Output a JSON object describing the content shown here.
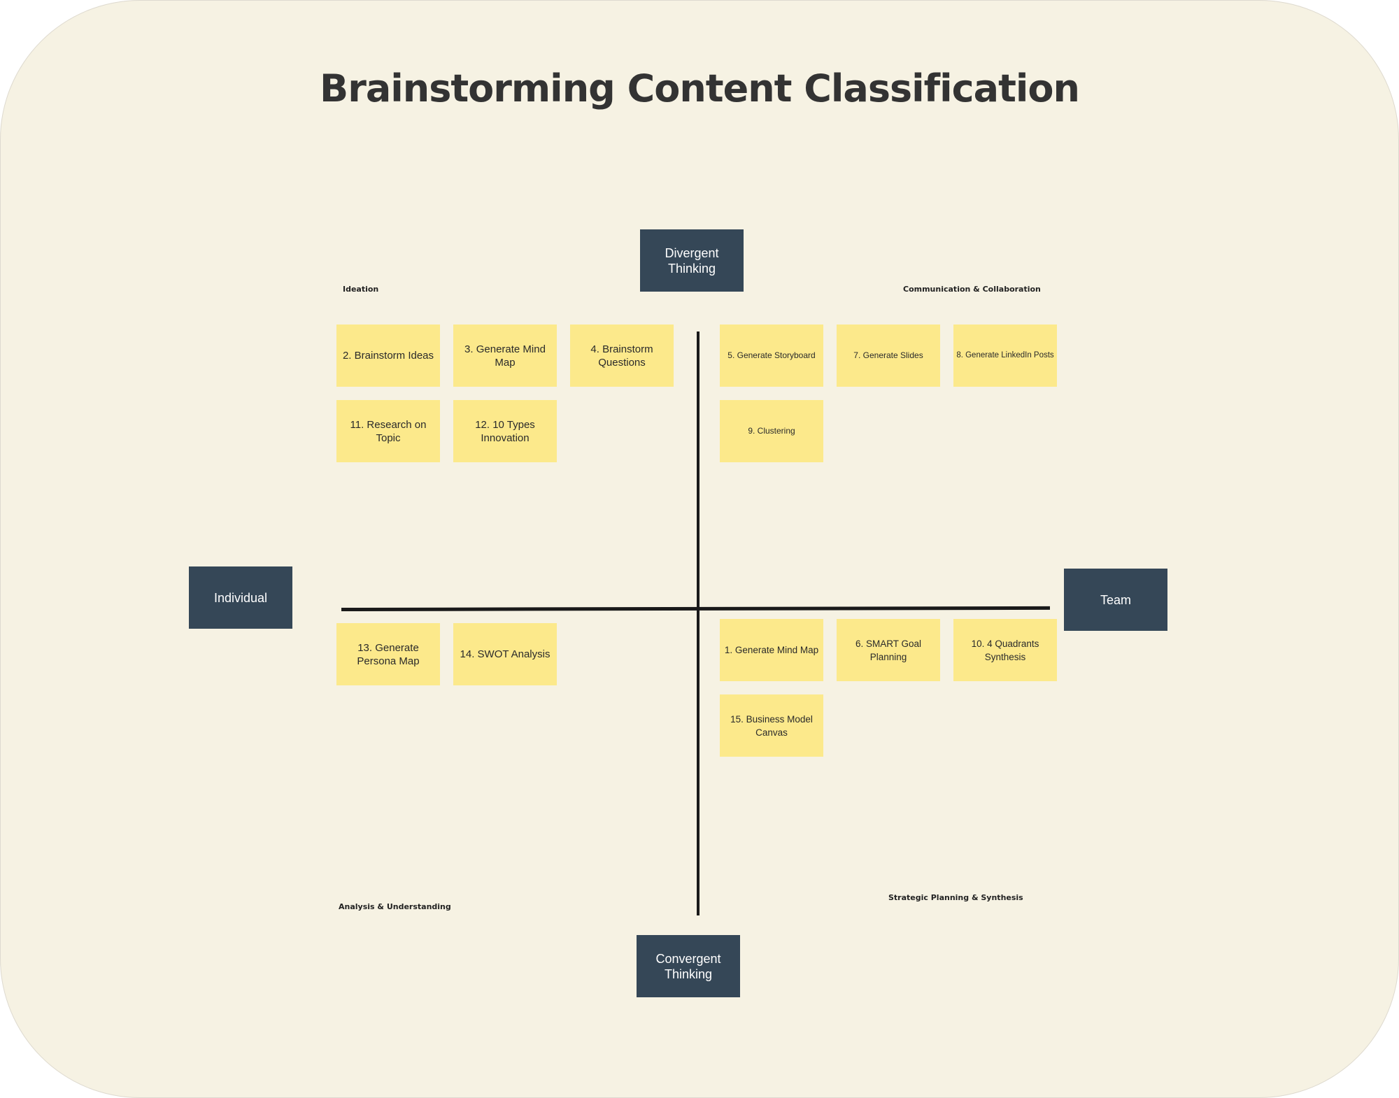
{
  "title": "Brainstorming Content Classification",
  "axes": {
    "top": "Divergent Thinking",
    "bottom": "Convergent Thinking",
    "left": "Individual",
    "right": "Team"
  },
  "quadrants": {
    "top_left": {
      "label": "Ideation",
      "notes": [
        "2. Brainstorm Ideas",
        "3. Generate Mind Map",
        "4. Brainstorm Questions",
        "11. Research on Topic",
        "12. 10 Types Innovation"
      ]
    },
    "top_right": {
      "label": "Communication & Collaboration",
      "notes": [
        "5. Generate Storyboard",
        "7. Generate Slides",
        "8. Generate LinkedIn Posts",
        "9. Clustering"
      ]
    },
    "bottom_left": {
      "label": "Analysis & Understanding",
      "notes": [
        "13. Generate Persona Map",
        "14. SWOT Analysis"
      ]
    },
    "bottom_right": {
      "label": "Strategic Planning & Synthesis",
      "notes": [
        "1. Generate Mind Map",
        "6. SMART Goal Planning",
        "10. 4 Quadrants Synthesis",
        "15. Business Model Canvas"
      ]
    }
  },
  "colors": {
    "background": "#f6f2e3",
    "axis_box": "#354757",
    "sticky_note": "#fce98b",
    "axis_line": "#1a1a1a"
  }
}
